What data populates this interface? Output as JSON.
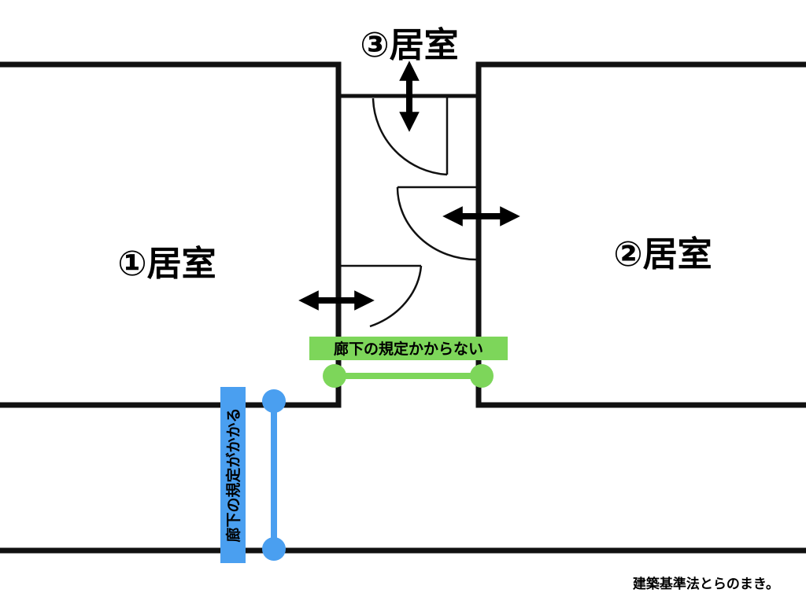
{
  "rooms": {
    "room1": "①居室",
    "room2": "②居室",
    "room3": "③居室"
  },
  "annotations": {
    "not_applicable": "廊下の規定かからない",
    "applicable": "廊下の規定がかかる"
  },
  "footer": "建築基準法とらのまき。",
  "colors": {
    "green": "#7dd65a",
    "blue": "#4a9ff0",
    "wall": "#111111"
  }
}
